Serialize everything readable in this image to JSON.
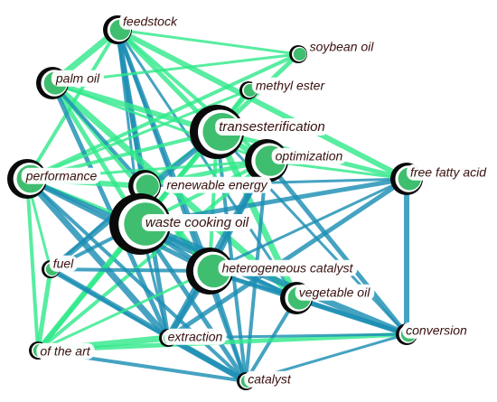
{
  "colors": {
    "green": "#2ee88a",
    "blue": "#1c8fb3",
    "node_fill": "#3fbe6f",
    "node_border": "#0a0a0a",
    "label_text": "#3a1010"
  },
  "nodes": [
    {
      "id": "feedstock",
      "label": "feedstock"
    },
    {
      "id": "soybean",
      "label": "soybean oil"
    },
    {
      "id": "palm",
      "label": "palm oil"
    },
    {
      "id": "methyl",
      "label": "methyl ester"
    },
    {
      "id": "trans",
      "label": "transesterification"
    },
    {
      "id": "optim",
      "label": "optimization"
    },
    {
      "id": "perf",
      "label": "performance"
    },
    {
      "id": "renew",
      "label": "renewable energy"
    },
    {
      "id": "ffa",
      "label": "free fatty acid"
    },
    {
      "id": "wco",
      "label": "waste cooking oil"
    },
    {
      "id": "fuel",
      "label": "fuel"
    },
    {
      "id": "hetero",
      "label": "heterogeneous catalyst"
    },
    {
      "id": "veg",
      "label": "vegetable oil"
    },
    {
      "id": "conv",
      "label": "conversion"
    },
    {
      "id": "sota",
      "label": "of the art"
    },
    {
      "id": "extract",
      "label": "extraction"
    },
    {
      "id": "catalyst",
      "label": "catalyst"
    }
  ],
  "edges": [
    {
      "a": "feedstock",
      "b": "soybean",
      "color": "green"
    },
    {
      "a": "feedstock",
      "b": "trans",
      "color": "green"
    },
    {
      "a": "feedstock",
      "b": "optim",
      "color": "green"
    },
    {
      "a": "feedstock",
      "b": "renew",
      "color": "blue"
    },
    {
      "a": "feedstock",
      "b": "wco",
      "color": "blue"
    },
    {
      "a": "feedstock",
      "b": "hetero",
      "color": "blue"
    },
    {
      "a": "feedstock",
      "b": "perf",
      "color": "green"
    },
    {
      "a": "feedstock",
      "b": "palm",
      "color": "green"
    },
    {
      "a": "feedstock",
      "b": "catalyst",
      "color": "blue"
    },
    {
      "a": "feedstock",
      "b": "extract",
      "color": "blue"
    },
    {
      "a": "feedstock",
      "b": "veg",
      "color": "blue"
    },
    {
      "a": "feedstock",
      "b": "ffa",
      "color": "green"
    },
    {
      "a": "soybean",
      "b": "palm",
      "color": "green"
    },
    {
      "a": "soybean",
      "b": "trans",
      "color": "green"
    },
    {
      "a": "soybean",
      "b": "perf",
      "color": "green"
    },
    {
      "a": "palm",
      "b": "trans",
      "color": "green"
    },
    {
      "a": "palm",
      "b": "optim",
      "color": "green"
    },
    {
      "a": "palm",
      "b": "wco",
      "color": "green"
    },
    {
      "a": "palm",
      "b": "hetero",
      "color": "green"
    },
    {
      "a": "palm",
      "b": "veg",
      "color": "green"
    },
    {
      "a": "palm",
      "b": "renew",
      "color": "blue"
    },
    {
      "a": "palm",
      "b": "extract",
      "color": "blue"
    },
    {
      "a": "methyl",
      "b": "perf",
      "color": "green"
    },
    {
      "a": "methyl",
      "b": "trans",
      "color": "green"
    },
    {
      "a": "methyl",
      "b": "wco",
      "color": "green"
    },
    {
      "a": "trans",
      "b": "ffa",
      "color": "green"
    },
    {
      "a": "trans",
      "b": "perf",
      "color": "green"
    },
    {
      "a": "trans",
      "b": "optim",
      "color": "green"
    },
    {
      "a": "trans",
      "b": "renew",
      "color": "green"
    },
    {
      "a": "trans",
      "b": "wco",
      "color": "green"
    },
    {
      "a": "trans",
      "b": "hetero",
      "color": "green"
    },
    {
      "a": "trans",
      "b": "veg",
      "color": "green"
    },
    {
      "a": "trans",
      "b": "catalyst",
      "color": "blue"
    },
    {
      "a": "trans",
      "b": "sota",
      "color": "green"
    },
    {
      "a": "trans",
      "b": "conv",
      "color": "blue"
    },
    {
      "a": "trans",
      "b": "fuel",
      "color": "blue"
    },
    {
      "a": "optim",
      "b": "perf",
      "color": "green"
    },
    {
      "a": "optim",
      "b": "renew",
      "color": "green"
    },
    {
      "a": "optim",
      "b": "wco",
      "color": "green"
    },
    {
      "a": "optim",
      "b": "hetero",
      "color": "blue"
    },
    {
      "a": "optim",
      "b": "ffa",
      "color": "green"
    },
    {
      "a": "optim",
      "b": "conv",
      "color": "blue"
    },
    {
      "a": "optim",
      "b": "catalyst",
      "color": "blue"
    },
    {
      "a": "optim",
      "b": "extract",
      "color": "blue"
    },
    {
      "a": "optim",
      "b": "sota",
      "color": "green"
    },
    {
      "a": "ffa",
      "b": "wco",
      "color": "blue"
    },
    {
      "a": "ffa",
      "b": "hetero",
      "color": "blue"
    },
    {
      "a": "ffa",
      "b": "conv",
      "color": "blue"
    },
    {
      "a": "ffa",
      "b": "renew",
      "color": "blue"
    },
    {
      "a": "ffa",
      "b": "extract",
      "color": "blue"
    },
    {
      "a": "perf",
      "b": "wco",
      "color": "green"
    },
    {
      "a": "perf",
      "b": "renew",
      "color": "green"
    },
    {
      "a": "perf",
      "b": "fuel",
      "color": "green"
    },
    {
      "a": "perf",
      "b": "hetero",
      "color": "blue"
    },
    {
      "a": "perf",
      "b": "sota",
      "color": "green"
    },
    {
      "a": "perf",
      "b": "extract",
      "color": "blue"
    },
    {
      "a": "perf",
      "b": "catalyst",
      "color": "blue"
    },
    {
      "a": "perf",
      "b": "veg",
      "color": "blue"
    },
    {
      "a": "renew",
      "b": "wco",
      "color": "green"
    },
    {
      "a": "renew",
      "b": "hetero",
      "color": "green"
    },
    {
      "a": "renew",
      "b": "fuel",
      "color": "blue"
    },
    {
      "a": "wco",
      "b": "hetero",
      "color": "blue"
    },
    {
      "a": "wco",
      "b": "fuel",
      "color": "blue"
    },
    {
      "a": "wco",
      "b": "sota",
      "color": "green"
    },
    {
      "a": "wco",
      "b": "extract",
      "color": "blue"
    },
    {
      "a": "wco",
      "b": "catalyst",
      "color": "blue"
    },
    {
      "a": "wco",
      "b": "veg",
      "color": "blue"
    },
    {
      "a": "wco",
      "b": "conv",
      "color": "blue"
    },
    {
      "a": "fuel",
      "b": "hetero",
      "color": "blue"
    },
    {
      "a": "fuel",
      "b": "sota",
      "color": "green"
    },
    {
      "a": "fuel",
      "b": "extract",
      "color": "blue"
    },
    {
      "a": "fuel",
      "b": "catalyst",
      "color": "blue"
    },
    {
      "a": "hetero",
      "b": "veg",
      "color": "blue"
    },
    {
      "a": "hetero",
      "b": "conv",
      "color": "blue"
    },
    {
      "a": "hetero",
      "b": "catalyst",
      "color": "blue"
    },
    {
      "a": "hetero",
      "b": "extract",
      "color": "blue"
    },
    {
      "a": "hetero",
      "b": "sota",
      "color": "green"
    },
    {
      "a": "veg",
      "b": "conv",
      "color": "blue"
    },
    {
      "a": "veg",
      "b": "catalyst",
      "color": "blue"
    },
    {
      "a": "sota",
      "b": "extract",
      "color": "green"
    },
    {
      "a": "sota",
      "b": "catalyst",
      "color": "blue"
    },
    {
      "a": "sota",
      "b": "conv",
      "color": "green"
    },
    {
      "a": "extract",
      "b": "conv",
      "color": "blue"
    },
    {
      "a": "extract",
      "b": "catalyst",
      "color": "blue"
    },
    {
      "a": "catalyst",
      "b": "conv",
      "color": "blue"
    }
  ]
}
